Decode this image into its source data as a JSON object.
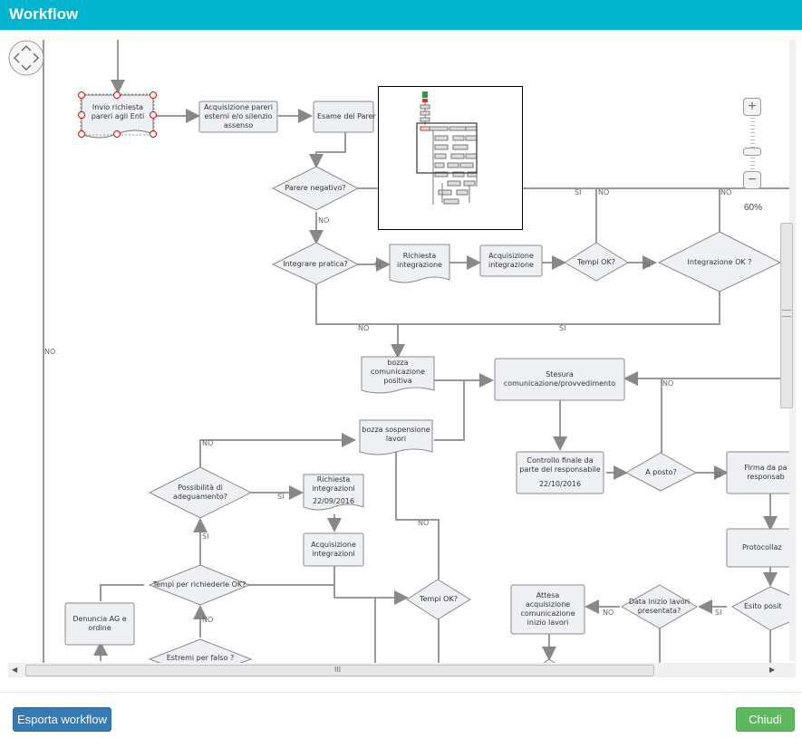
{
  "window": {
    "title": "Workflow"
  },
  "diagram": {
    "nodes": {
      "invio": "Invio richiesta pareri agli Enti",
      "acquisizione_pareri": "Acquisizione pareri esterni e/o silenzio assenso",
      "esame": "Esame dei Parer",
      "parere_negativo": "Parere negativo?",
      "integrare_pratica": "Integrare pratica?",
      "richiesta_integrazione": "Richiesta integrazione",
      "acquisizione_integrazione": "Acquisizione integrazione",
      "tempi_ok_1": "Tempi OK?",
      "integrazione_ok": "Integrazione OK ?",
      "bozza_positiva": "bozza comunicazione positiva",
      "stesura": "Stesura comunicazione/provvedimento",
      "bozza_sospensione": "bozza sospensione lavori",
      "controllo_finale": "Controllo finale da parte del responsabile",
      "controllo_data": "22/10/2016",
      "a_posto": "A posto?",
      "firma": "Firma da pa responsab",
      "possibilita": "Possibilità di adeguamento?",
      "richiesta_integrazioni": "Richiesta integrazioni",
      "richiesta_integrazioni_data": "22/09/2016",
      "acquisizione_integrazioni": "Acquisizione integrazioni",
      "protocollaz": "Protocollaz",
      "tempi_richiederle": "Tempi per richiederle OK?",
      "tempi_ok_2": "Tempi OK?",
      "denuncia": "Denuncia AG e ordine",
      "attesa": "Attesa acquisizione comunicazione inizio lavori",
      "data_inizio": "Data inizio lavori presentata?",
      "esito": "Esito posit",
      "estremi": "Estremi per falso ?"
    },
    "edge_labels": {
      "no": "NO",
      "si": "SI"
    }
  },
  "zoom": {
    "level": "60%",
    "plus_icon": "+",
    "minus_icon": "−"
  },
  "scroll": {
    "grip": "III"
  },
  "footer": {
    "export_label": "Esporta workflow",
    "close_label": "Chiudi"
  }
}
